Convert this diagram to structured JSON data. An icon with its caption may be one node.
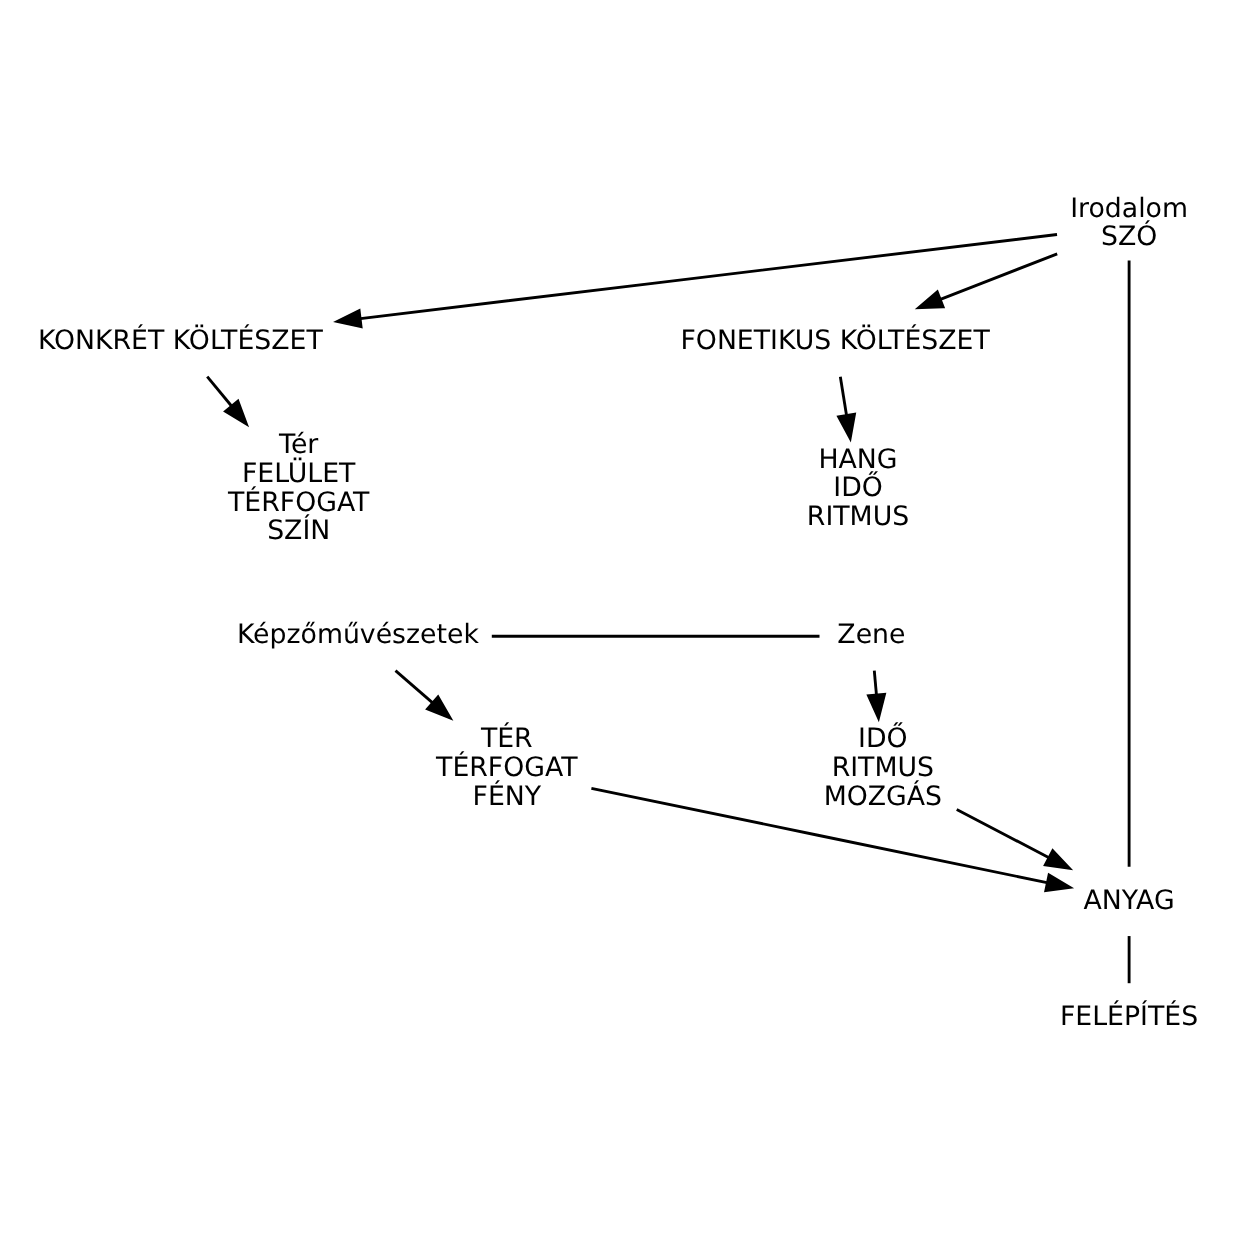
{
  "diagram": {
    "nodes": [
      {
        "text": [
          "Irodalom",
          "SZÓ"
        ]
      },
      {
        "text": [
          "KONKRÉT KÖLTÉSZET"
        ]
      },
      {
        "text": [
          "FONETIKUS KÖLTÉSZET"
        ]
      },
      {
        "text": [
          "Tér",
          "FELÜLET",
          "TÉRFOGAT",
          "SZÍN"
        ]
      },
      {
        "text": [
          "HANG",
          "IDŐ",
          "RITMUS"
        ]
      },
      {
        "text": [
          "Képzőművészetek"
        ]
      },
      {
        "text": [
          "Zene"
        ]
      },
      {
        "text": [
          "TÉR",
          "TÉRFOGAT",
          "FÉNY"
        ]
      },
      {
        "text": [
          "IDŐ",
          "RITMUS",
          "MOZGÁS"
        ]
      },
      {
        "text": [
          "ANYAG"
        ]
      },
      {
        "text": [
          "FELÉPÍTÉS"
        ]
      }
    ],
    "edges": [
      {
        "from": 0,
        "to": 1,
        "arrow": "to"
      },
      {
        "from": 0,
        "to": 2,
        "arrow": "to"
      },
      {
        "from": 1,
        "to": 3,
        "arrow": "to"
      },
      {
        "from": 2,
        "to": 4,
        "arrow": "to"
      },
      {
        "from": 0,
        "to": 9,
        "arrow": "none"
      },
      {
        "from": 5,
        "to": 6,
        "arrow": "none"
      },
      {
        "from": 5,
        "to": 7,
        "arrow": "to"
      },
      {
        "from": 6,
        "to": 8,
        "arrow": "to"
      },
      {
        "from": 7,
        "to": 9,
        "arrow": "to"
      },
      {
        "from": 8,
        "to": 9,
        "arrow": "to"
      },
      {
        "from": 9,
        "to": 10,
        "arrow": "none"
      }
    ]
  }
}
